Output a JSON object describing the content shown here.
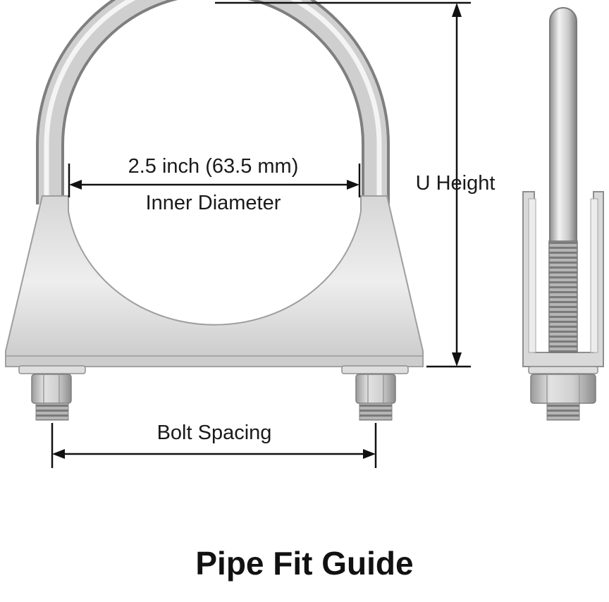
{
  "labels": {
    "inner_diameter_size": "2.5 inch (63.5 mm)",
    "inner_diameter_label": "Inner Diameter",
    "u_height_label": "U Height",
    "bolt_spacing_label": "Bolt Spacing"
  },
  "title": "Pipe Fit Guide",
  "colors": {
    "metal_light": "#e9e9e9",
    "metal_mid": "#c4c4c4",
    "metal_dark": "#8a8a8a",
    "dimension_line": "#111111",
    "text": "#1a1a1a"
  }
}
